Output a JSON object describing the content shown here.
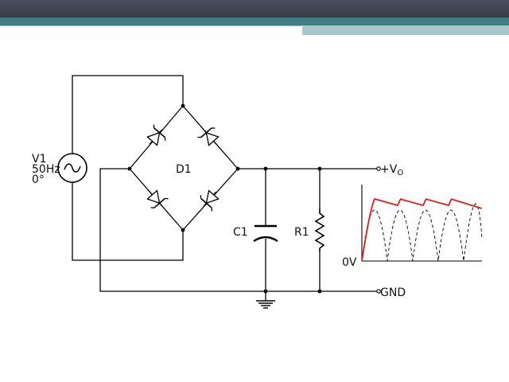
{
  "source": {
    "name": "V1",
    "frequency": "50Hz",
    "phase": "0°"
  },
  "bridge": {
    "name": "D1"
  },
  "capacitor": {
    "name": "C1"
  },
  "resistor": {
    "name": "R1"
  },
  "output": {
    "label": "+V",
    "subscript": "O",
    "zero_label": "0V"
  },
  "ground": {
    "label": "GND"
  },
  "colors": {
    "rectified_output": "#e0201b",
    "wire": "#000000",
    "header_dark": "#3d414e",
    "header_teal": "#3f7d84"
  }
}
